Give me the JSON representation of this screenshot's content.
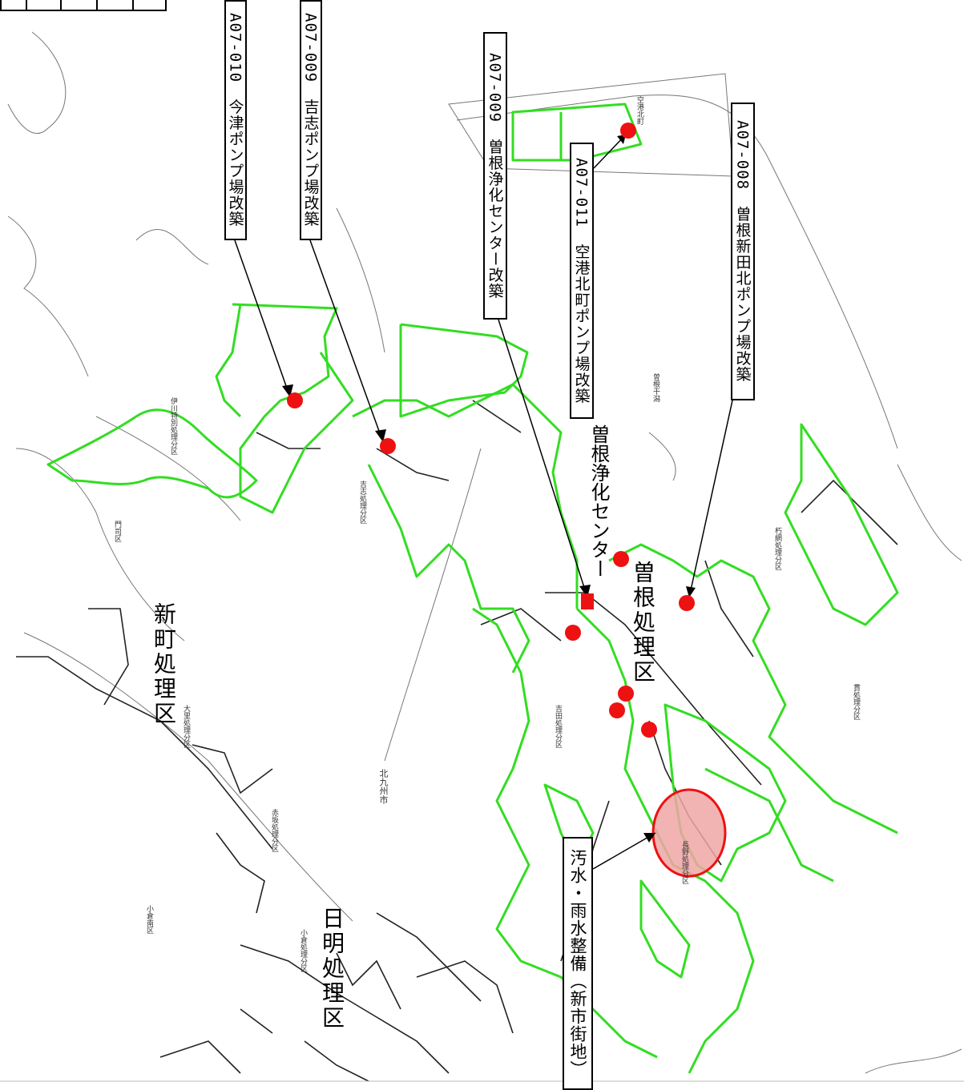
{
  "callouts": [
    {
      "id": "imazu",
      "text": "A07-010　今津ポンプ場改築"
    },
    {
      "id": "yoshishi",
      "text": "A07-009　吉志ポンプ場改築"
    },
    {
      "id": "sone_center",
      "text": "A07-009　曽根浄化センター改築"
    },
    {
      "id": "kuko",
      "text": "A07-011　空港北町ポンプ場改築"
    },
    {
      "id": "shinden",
      "text": "A07-008　曽根新田北ポンプ場改築"
    },
    {
      "id": "osui",
      "text": "汚水・雨水整備（新市街地）"
    }
  ],
  "districts": {
    "shinmachi": "新町処理区",
    "sone": "曽根処理区",
    "hiake": "日明処理区",
    "sone_center_label": "曽根浄化センター"
  },
  "small_labels": [
    "伊川特別処理分区",
    "大里処理分区",
    "吉志処理分区",
    "吉田処理分区",
    "長野処理分区",
    "朽網処理分区",
    "貫処理分区",
    "小倉処理分区",
    "北九州市",
    "門司区",
    "小倉南区",
    "空港北町",
    "曽根干潟",
    "赤坂処理分区"
  ],
  "colors": {
    "boundary": "#33dd22",
    "marker": "#ee1111",
    "highlight_fill": "#f0a6a6",
    "highlight_stroke": "#ee1111",
    "basemap": "#222222"
  },
  "markers": [
    "imazu-pump",
    "yoshishi-pump",
    "sone-center",
    "kuko-pump",
    "shinden-pump",
    "pump-a",
    "pump-b",
    "pump-c",
    "pump-d",
    "pump-e"
  ]
}
